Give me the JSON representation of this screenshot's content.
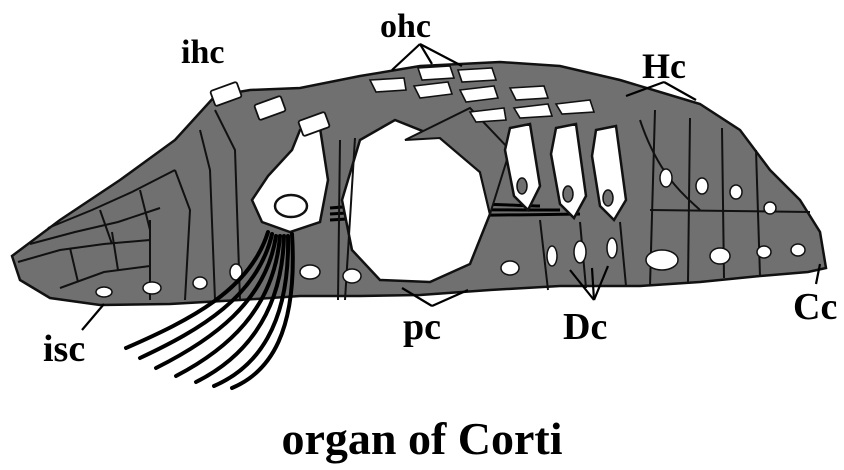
{
  "title": "organ of Corti",
  "labels": {
    "ihc": "ihc",
    "ohc": "ohc",
    "hc": "Hc",
    "isc": "isc",
    "pc": "pc",
    "dc": "Dc",
    "cc": "Cc"
  },
  "colors": {
    "tissue": "#707070",
    "outline": "#111111",
    "background": "#ffffff"
  }
}
